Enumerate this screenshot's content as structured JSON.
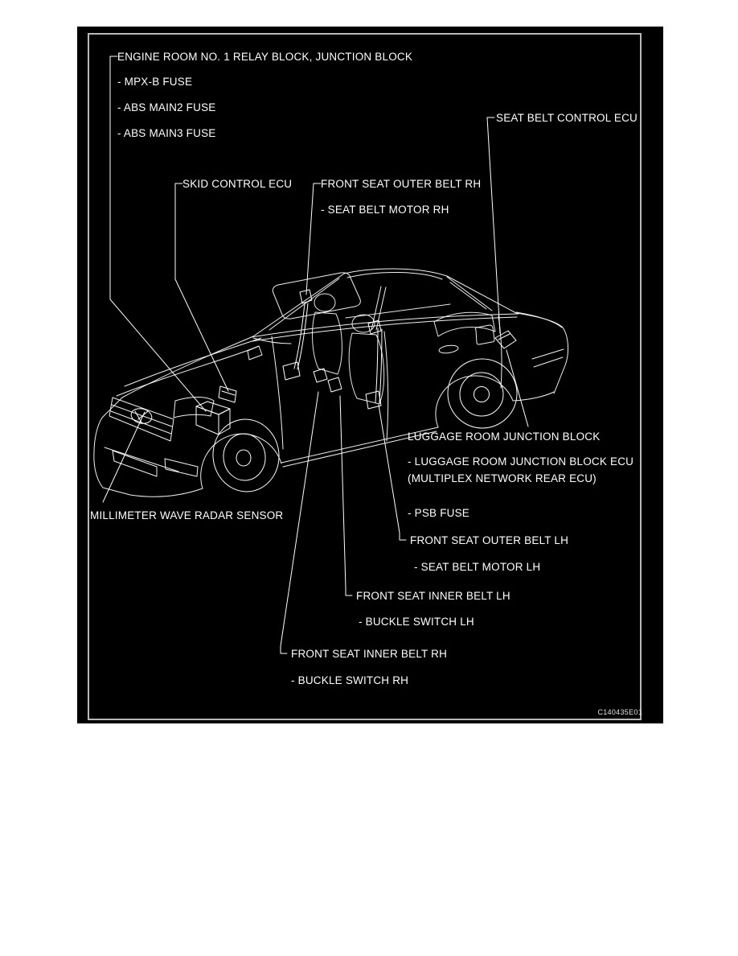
{
  "page": {
    "background": "#ffffff"
  },
  "diagram": {
    "background": "#000000",
    "line_color": "#ffffff",
    "border_color": "#b8b8b8",
    "figure_code": "C140435E01",
    "labels": {
      "engine_room_block": "ENGINE ROOM NO. 1 RELAY BLOCK, JUNCTION BLOCK",
      "mpx_b_fuse": "- MPX-B FUSE",
      "abs_main2_fuse": "- ABS MAIN2 FUSE",
      "abs_main3_fuse": "- ABS MAIN3 FUSE",
      "seat_belt_control_ecu": "SEAT BELT CONTROL ECU",
      "skid_control_ecu": "SKID CONTROL ECU",
      "front_seat_outer_belt_rh": "FRONT SEAT OUTER BELT RH",
      "seat_belt_motor_rh": "- SEAT BELT MOTOR RH",
      "luggage_room_junction_block": "LUGGAGE ROOM JUNCTION BLOCK",
      "luggage_room_junction_block_ecu": "- LUGGAGE ROOM JUNCTION BLOCK ECU",
      "multiplex_network_rear_ecu": "(MULTIPLEX NETWORK REAR ECU)",
      "psb_fuse": "- PSB FUSE",
      "front_seat_outer_belt_lh": "FRONT SEAT OUTER BELT LH",
      "seat_belt_motor_lh": "- SEAT BELT MOTOR LH",
      "front_seat_inner_belt_lh": "FRONT SEAT INNER BELT LH",
      "buckle_switch_lh": "- BUCKLE SWITCH LH",
      "front_seat_inner_belt_rh": "FRONT SEAT INNER BELT RH",
      "buckle_switch_rh": "- BUCKLE SWITCH RH",
      "millimeter_wave_radar_sensor": "MILLIMETER WAVE RADAR SENSOR"
    }
  }
}
